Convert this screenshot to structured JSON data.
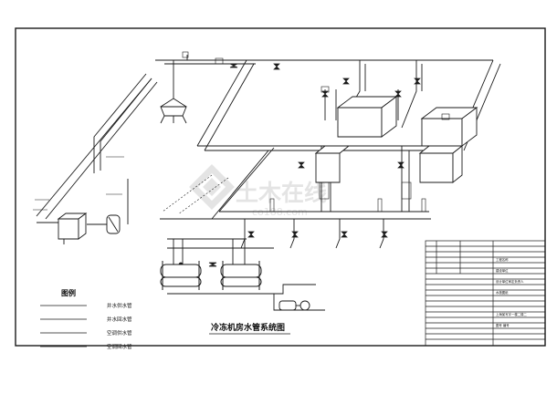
{
  "diagram": {
    "title": "冷冻机房水管系统图",
    "legend": {
      "heading": "图例",
      "items": [
        {
          "label": "井水供水管"
        },
        {
          "label": "井水回水管"
        },
        {
          "label": "空调供水管"
        },
        {
          "label": "空调回水管"
        }
      ]
    },
    "watermark": {
      "text": "土木在线",
      "subtext": "co188.com"
    },
    "title_block": {
      "rows": [
        "",
        "工程名称",
        "建设单位",
        "设计单位审定负责人",
        "水施图纸",
        "上海某写字一楼二楼二",
        "图号 编号"
      ]
    },
    "colors": {
      "line": "#1a1a1a",
      "watermark": "#d9d9d9",
      "pipe_fill": "#ffffff"
    }
  }
}
